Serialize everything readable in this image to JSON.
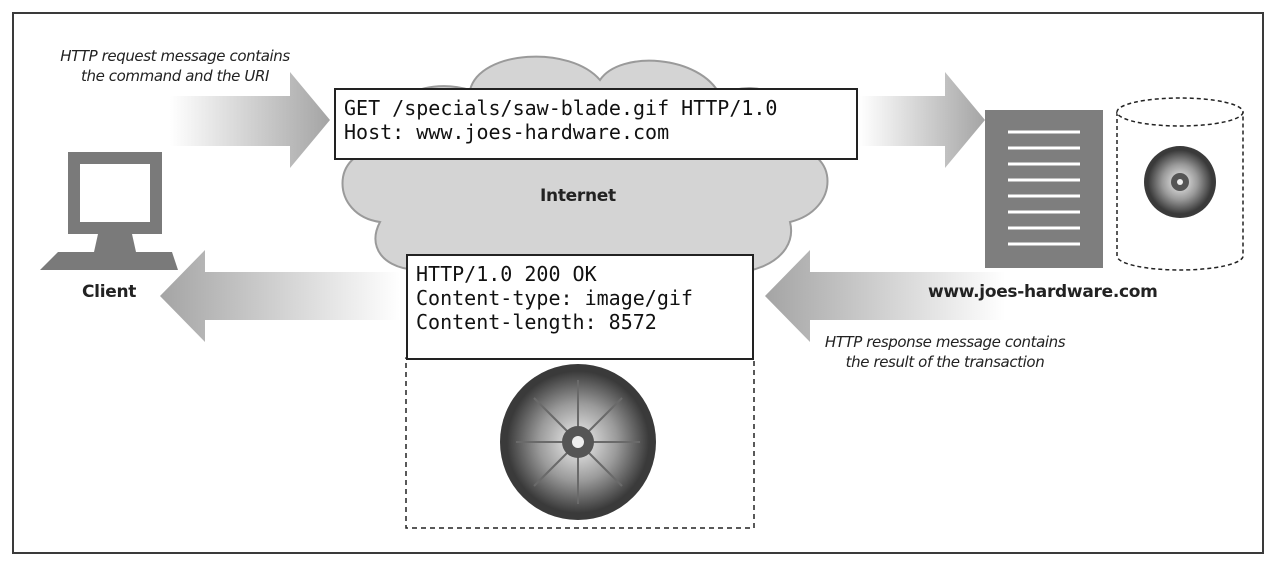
{
  "request": {
    "caption_line1": "HTTP request message contains",
    "caption_line2": "the command and the URI",
    "line1": "GET /specials/saw-blade.gif HTTP/1.0",
    "line2": "Host: www.joes-hardware.com"
  },
  "network": {
    "label": "Internet"
  },
  "client": {
    "label": "Client",
    "icon": "computer-monitor-icon"
  },
  "server": {
    "label": "www.joes-hardware.com",
    "icon": "server-tower-icon",
    "storage_icon": "database-cylinder-icon"
  },
  "response": {
    "caption_line1": "HTTP response message contains",
    "caption_line2": "the result of the transaction",
    "line1": "HTTP/1.0 200 OK",
    "line2": "Content-type: image/gif",
    "line3": "Content-length: 8572",
    "body_icon": "saw-blade-image-icon"
  },
  "colors": {
    "cloud_fill": "#d4d4d4",
    "arrow_dark": "#a8a8a8",
    "ink": "#222222"
  }
}
